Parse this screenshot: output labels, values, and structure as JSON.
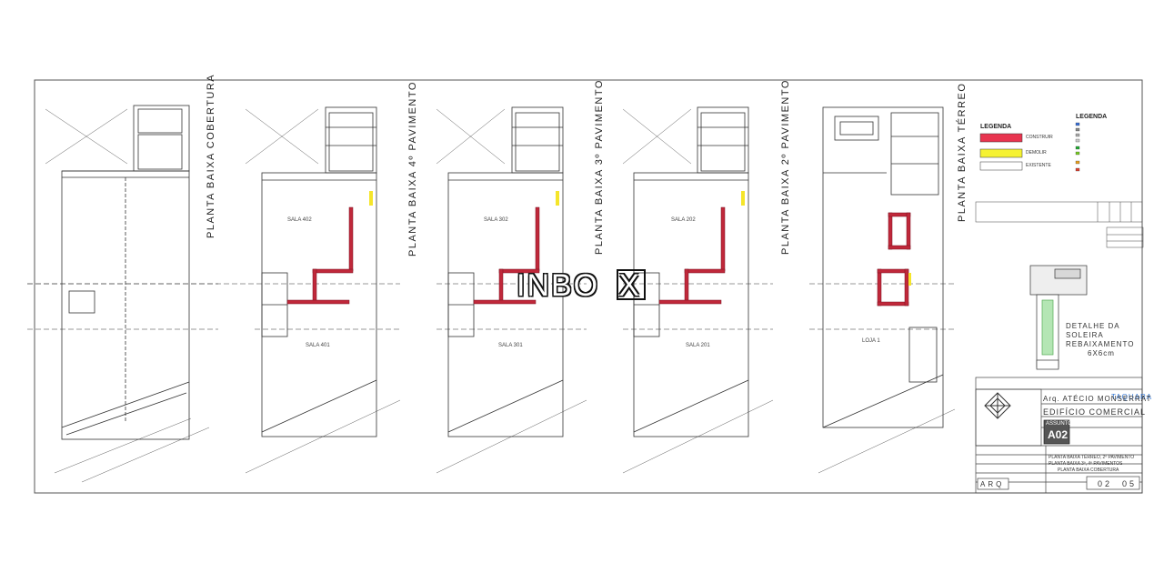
{
  "plans": [
    {
      "title": "PLANTA BAIXA COBERTURA"
    },
    {
      "title": "PLANTA BAIXA 4º PAVIMENTO",
      "rooms": [
        "SALA 402",
        "SALA 401"
      ]
    },
    {
      "title": "PLANTA BAIXA 3º PAVIMENTO",
      "rooms": [
        "SALA 302",
        "SALA 301"
      ]
    },
    {
      "title": "PLANTA BAIXA 2º PAVIMENTO",
      "rooms": [
        "SALA 202",
        "SALA 201"
      ]
    },
    {
      "title": "PLANTA BAIXA TÉRREO",
      "rooms": [
        "LOJA 1"
      ]
    }
  ],
  "legend_left": {
    "title": "LEGENDA",
    "items": [
      {
        "label": "CONSTRUIR",
        "color": "#e8344f"
      },
      {
        "label": "DEMOLIR",
        "color": "#f5f232"
      },
      {
        "label": "EXISTENTE",
        "color": "#ffffff"
      }
    ]
  },
  "legend_right": {
    "title": "LEGENDA",
    "swatches": [
      "#3a6fd8",
      "#888888",
      "#aaaaaa",
      "#cccccc",
      "#22aa33",
      "#77cc22",
      "#e8a020",
      "#e04030"
    ]
  },
  "detail": {
    "line1": "DETALHE DA",
    "line2": "SOLEIRA",
    "line3": "REBAIXAMENTO",
    "line4": "6X6cm"
  },
  "title_block": {
    "brand": "TAQUARA",
    "architect": "Arq. ATÉCIO MONSERRAT",
    "project": "EDIFÍCIO COMERCIAL",
    "subject_label": "ASSUNTO",
    "sheet_code": "A02",
    "sheet_desc_1": "PLANTA BAIXA TÉRREO, 2º PAVIMENTO",
    "sheet_desc_2": "PLANTA BAIXA 3º, 4º PAVIMENTOS",
    "sheet_desc_3": "PLANTA BAIXA COBERTURA",
    "discipline": "ARQ",
    "sheet_number": "02",
    "sheet_total": "05"
  },
  "watermark": {
    "text": "INBO",
    "boxed_letter": "X"
  }
}
